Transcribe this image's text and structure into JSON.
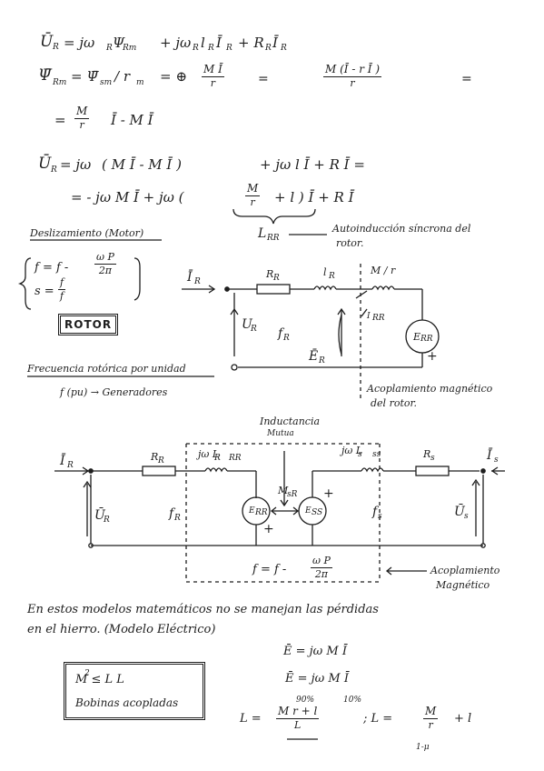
{
  "eq": {
    "l1_lhs": "Ū",
    "l1_rhs": "= jω",
    "l1_rest": "Ψ",
    "l1_t1": "+ jω",
    "l1_t2": "l",
    "l1_t3": "Ī",
    "l1_t4": "+ R",
    "l2_lhs": "Ψ̄",
    "l2_mid": "= Ψ̄",
    "l2_div": "/ r",
    "l2_eq": "= ⊕",
    "l2_f1n": "M Ī",
    "l2_f1d": "r",
    "l2_f2n": "M (Ī - r Ī )",
    "l2_f2d": "r",
    "l2_end": "=",
    "l3_lead": "=",
    "l3_fn": "M",
    "l3_fd": "r",
    "l3_rest": "Ī   -  M   Ī",
    "l4_lhs": "Ū",
    "l4_rhs": "= jω",
    "l4_paren": "( M    Ī  - M  Ī )",
    "l4_tail": "+ jω l  Ī  + R  Ī   =",
    "l5_lead": "= - jω  M  Ī  + jω  (",
    "l5_fn": "M",
    "l5_fd": "r",
    "l5_tail": "+ l ) Ī  + R  Ī",
    "lrr": "L",
    "lrr_note": "Autoinducción síncrona del",
    "lrr_note2": "rotor."
  },
  "section1": {
    "heading": "Deslizamiento (Motor)",
    "fr_line": "f  = f  -",
    "fr_frac_n": "ω P",
    "fr_frac_d": "2π",
    "s_line": "s =",
    "s_frac_n": "f",
    "s_frac_d": "f",
    "rotor_box": "ROTOR",
    "freq_label": "Frecuencia rotórica por unidad",
    "fr_pu": "f  (pu) → Generadores",
    "coupling": "Acoplamiento magnético",
    "coupling2": "del rotor."
  },
  "circuit1": {
    "ir": "Ī",
    "rr": "R",
    "lr": "l",
    "mr": "M  / r",
    "ur": "U",
    "fr": "f",
    "err_arrow": "Ē",
    "err": "E",
    "irr": "I",
    "plus": "+"
  },
  "circuit2": {
    "mutual_label": "Inductancia",
    "mutual_label2": "Mutua",
    "ir": "Ī",
    "rr": "R",
    "jwr": "jω  L",
    "jws": "jω  L",
    "rs": "R",
    "is": "Ī",
    "ur": "Ū",
    "fr": "f",
    "err": "E",
    "ess": "E",
    "msr": "M",
    "fs": "f",
    "us": "Ū",
    "plus_l": "+",
    "plus_r": "+",
    "bottom_eq": "f  = f  -",
    "bottom_frac_n": "ω P",
    "bottom_frac_d": "2π",
    "coupling": "Acoplamiento",
    "coupling2": "Magnético"
  },
  "footer": {
    "sentence1": "En estos modelos matemáticos no se manejan las pérdidas",
    "sentence2": "en el hierro. (Modelo Eléctrico)",
    "box_eq": "M     ≤ L   L",
    "box_note": "Bobinas acopladas",
    "err_eq": "Ē   = jω  M  Ī",
    "ess_eq": "Ē   = jω  M  Ī",
    "pct1": "90%",
    "pct2": "10%",
    "lss": "L   =",
    "lss_n": "M r  + l",
    "lss_d": "L",
    "lrr": "; L   =",
    "lrr_n": "M",
    "lrr_d": "r",
    "lrr_tail": "+ l",
    "sub_ur": "1-μ"
  }
}
